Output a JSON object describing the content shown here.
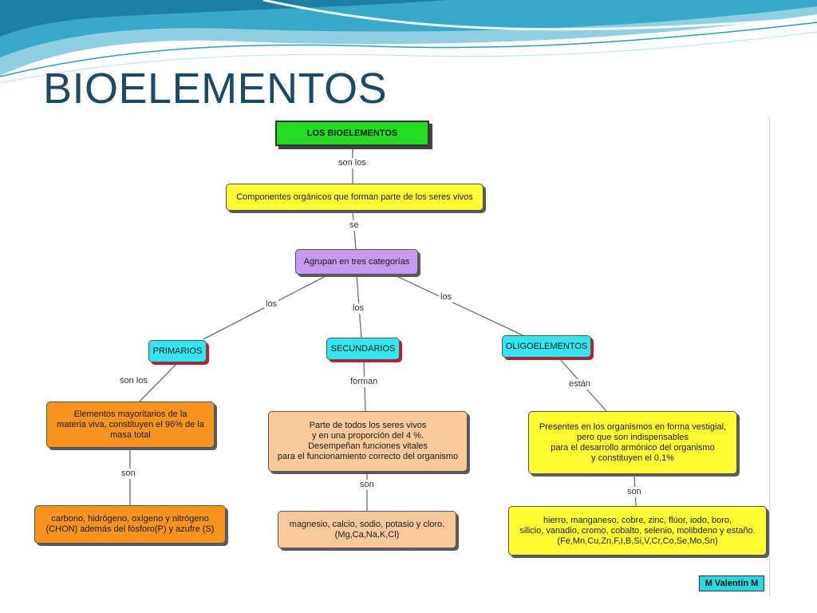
{
  "slide": {
    "title": "BIOELEMENTOS"
  },
  "colors": {
    "green": "#22dd22",
    "yellow": "#ffff33",
    "purple": "#c59af0",
    "cyan": "#33e6ee",
    "orange": "#f7941d",
    "peach": "#f9c99b",
    "shadow": "#c4192b",
    "wave_dark": "#3aa8c8",
    "wave_light": "#bfe6f2"
  },
  "concept_map": {
    "nodes": {
      "root": "LOS BIOELEMENTOS",
      "def": "Componentes orgánicos que forman parte de los seres vivos",
      "group": "Agrupan en tres categorías",
      "primarios": "PRIMARIOS",
      "secundarios": "SECUNDARIOS",
      "oligo": "OLIGOELEMENTOS",
      "prim_desc": "Elementos mayoritarios de la\nmateria viva, constituyen el 96% de la\nmasa total",
      "sec_desc": "Parte de todos los seres vivos\ny en una proporción del 4 %.\nDesempeñan funciones vitales\npara el funcionamiento correcto del organismo",
      "oligo_desc": "Presentes en los organismos en forma vestigial,\npero que son indispensables\npara el desarrollo armónico del organismo\ny constituyen el 0,1%",
      "prim_list": "carbono, hidrógeno, oxígeno y nitrógeno\n(CHON) además del fósforo(P) y azufre (S)",
      "sec_list": "magnesio, calcio, sodio, potasio y cloro.\n(Mg,Ca,Na,K,Cl)",
      "oligo_list": "hierro, manganeso, cobre, zinc, flúor, iodo, boro,\nsilicio, vanadio, cromo, cobalto, selenio, molibdeno y estaño.\n(Fe,Mn,Cu,Zn,F,I,B,Si,V,Cr,Co,Se,Mo,Sn)"
    },
    "links": {
      "son_los_1": "son los",
      "se": "se",
      "los_left": "los",
      "los_mid": "los",
      "los_right": "los",
      "son_los_2": "son los",
      "forman": "forman",
      "estan": "están",
      "son_1": "son",
      "son_2": "son",
      "son_3": "son"
    },
    "author": "M Valentín M"
  }
}
